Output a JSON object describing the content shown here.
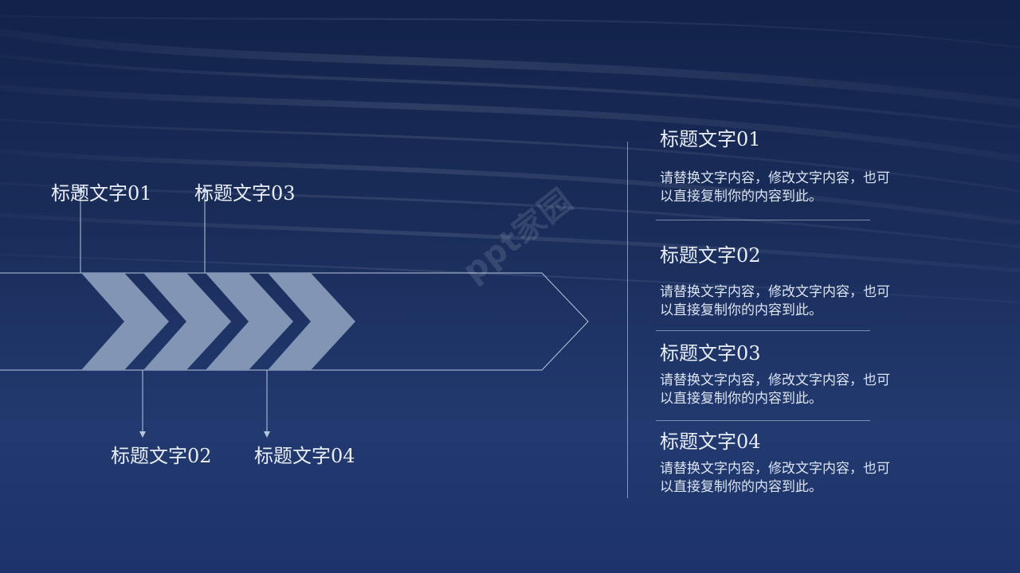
{
  "colors": {
    "background_top": "#12224a",
    "background_bottom": "#223a70",
    "chevron_fill": "#8395b4",
    "outline": "#b8c6dd",
    "text": "#e8edf7"
  },
  "timeline": {
    "labels_top": [
      "标题文字01",
      "标题文字03"
    ],
    "labels_bottom": [
      "标题文字02",
      "标题文字04"
    ]
  },
  "sections": [
    {
      "title": "标题文字01",
      "body": "请替换文字内容，修改文字内容，也可以直接复制你的内容到此。"
    },
    {
      "title": "标题文字02",
      "body": "请替换文字内容，修改文字内容，也可以直接复制你的内容到此。"
    },
    {
      "title": "标题文字03",
      "body": "请替换文字内容，修改文字内容，也可以直接复制你的内容到此。"
    },
    {
      "title": "标题文字04",
      "body": "请替换文字内容，修改文字内容，也可以直接复制你的内容到此。"
    }
  ],
  "watermark": {
    "text": "ppt家园"
  },
  "icons": [
    "chevron-arrow-icon",
    "arrow-up-icon",
    "arrow-down-icon"
  ]
}
